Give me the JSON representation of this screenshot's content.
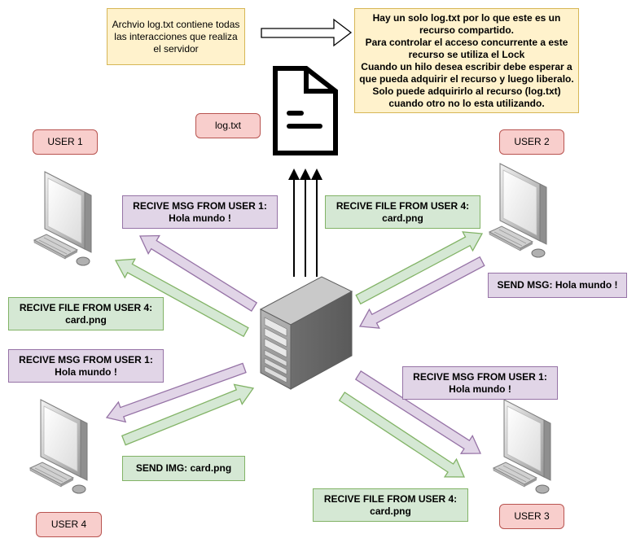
{
  "notes": {
    "left": "Archvio log.txt contiene todas las interacciones que realiza el servidor",
    "right": "Hay un solo log.txt por lo que este es un recurso compartido.\nPara controlar el acceso concurrente a este recurso se utiliza el Lock\nCuando un hilo desea escribir debe esperar a que pueda adquirir el recurso y luego liberalo.\nSolo puede adquirirlo al recurso (log.txt) cuando otro no lo esta utilizando."
  },
  "file_label": "log.txt",
  "users": {
    "user1": "USER 1",
    "user2": "USER 2",
    "user3": "USER 3",
    "user4": "USER 4"
  },
  "messages": {
    "u1_recv_msg": "RECIVE MSG FROM USER 1:\nHola mundo !",
    "u1_recv_file": "RECIVE FILE FROM USER 4:\ncard.png",
    "u2_recv_file": "RECIVE FILE FROM USER 4:\ncard.png",
    "u2_send_msg": "SEND MSG: Hola mundo !",
    "u4_recv_msg": "RECIVE MSG FROM USER 1:\nHola mundo !",
    "u4_send_img": "SEND IMG: card.png",
    "u3_recv_msg": "RECIVE MSG FROM USER 1:\nHola mundo !",
    "u3_recv_file": "RECIVE FILE FROM USER 4:\ncard.png"
  },
  "colors": {
    "note_fill": "#fff2cc",
    "note_stroke": "#d6b656",
    "user_fill": "#f8cecc",
    "user_stroke": "#b85450",
    "msg_fill": "#e1d5e7",
    "msg_stroke": "#9673a6",
    "file_fill": "#d5e8d4",
    "file_stroke": "#82b366"
  },
  "icons": [
    "document-icon",
    "server-icon",
    "computer-icon"
  ]
}
